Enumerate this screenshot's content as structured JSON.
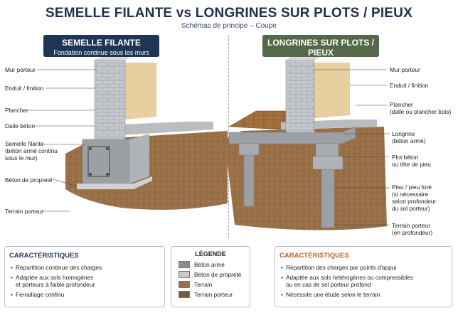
{
  "header": {
    "title": "SEMELLE FILANTE vs LONGRINES SUR PLOTS / PIEUX",
    "subtitle": "Schémas de principe – Coupe"
  },
  "left_panel": {
    "title": "SEMELLE FILANTE",
    "subtitle": "Fondation continue sous les murs",
    "labels": {
      "mur": "Mur porteur",
      "enduit": "Enduit / finition",
      "plancher": "Plancher",
      "dalle": "Dalle béton",
      "semelle_1": "Semelle filante",
      "semelle_2": "(béton armé continu",
      "semelle_3": "sous le mur)",
      "proprete": "Béton de propreté",
      "terrain": "Terrain porteur"
    }
  },
  "right_panel": {
    "title": "LONGRINES SUR PLOTS / PIEUX",
    "subtitle": "Fondation discontinue",
    "labels": {
      "mur": "Mur porteur",
      "enduit": "Enduit / finition",
      "plancher_1": "Plancher",
      "plancher_2": "(dalle ou plancher bois)",
      "longrine_1": "Longrine",
      "longrine_2": "(béton armé)",
      "plot_1": "Plot béton",
      "plot_2": "ou tête de pieu",
      "pieu_1": "Pieu / pieu foré",
      "pieu_2": "(si nécessaire",
      "pieu_3": "selon profondeur",
      "pieu_4": "du sol porteur)",
      "terrain_1": "Terrain porteur",
      "terrain_2": "(en profondeur)"
    }
  },
  "left_card": {
    "title": "CARACTÉRISTIQUES",
    "items": [
      "Répartition continue des charges",
      "Adaptée aux sols homogènes",
      "et porteurs à faible profondeur",
      "Ferraillage continu"
    ]
  },
  "legend": {
    "title": "LÉGENDE",
    "items": [
      {
        "label": "Béton armé",
        "color": "#8e8e8e"
      },
      {
        "label": "Béton de propreté",
        "color": "#c9c9c9"
      },
      {
        "label": "Terrain",
        "color": "#9a7048"
      },
      {
        "label": "Terrain porteur",
        "color": "#7a5a3a"
      }
    ]
  },
  "right_card": {
    "title": "CARACTÉRISTIQUES",
    "items": [
      "Répartition des charges par points d'appui",
      "Adaptée aux sols hétérogènes ou compressibles",
      "ou en cas de sol porteur profond",
      "Nécessite une étude selon le terrain"
    ]
  },
  "colors": {
    "navy": "#1f3556",
    "green": "#55694a",
    "orange": "#b5652b"
  }
}
